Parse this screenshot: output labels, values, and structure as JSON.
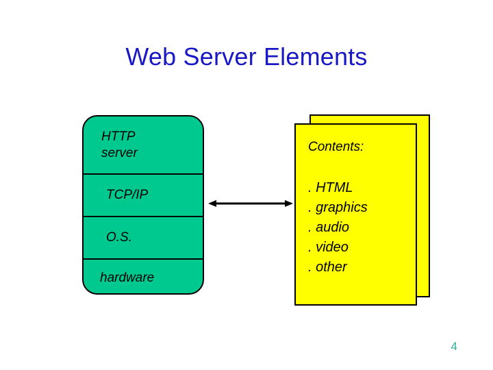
{
  "slide": {
    "title": "Web Server Elements",
    "page_number": "4",
    "colors": {
      "title": "#1818C4",
      "server_stack_fill": "#00C98F",
      "contents_fill": "#FFFF00",
      "outline": "#000000",
      "page_number": "#2AAE93",
      "background": "#FFFFFF"
    }
  },
  "server_stack": {
    "name": "web-server-layers",
    "layers": [
      {
        "id": "http-server",
        "label": "HTTP\nserver"
      },
      {
        "id": "tcp-ip",
        "label": "TCP/IP"
      },
      {
        "id": "os",
        "label": "O.S."
      },
      {
        "id": "hardware",
        "label": "hardware"
      }
    ]
  },
  "connector": {
    "name": "bidirectional-arrow",
    "direction": "both",
    "from": "server-stack",
    "to": "contents-documents"
  },
  "contents": {
    "heading": "Contents:",
    "items": [
      ". HTML",
      ". graphics",
      ". audio",
      ". video",
      ". other"
    ]
  }
}
